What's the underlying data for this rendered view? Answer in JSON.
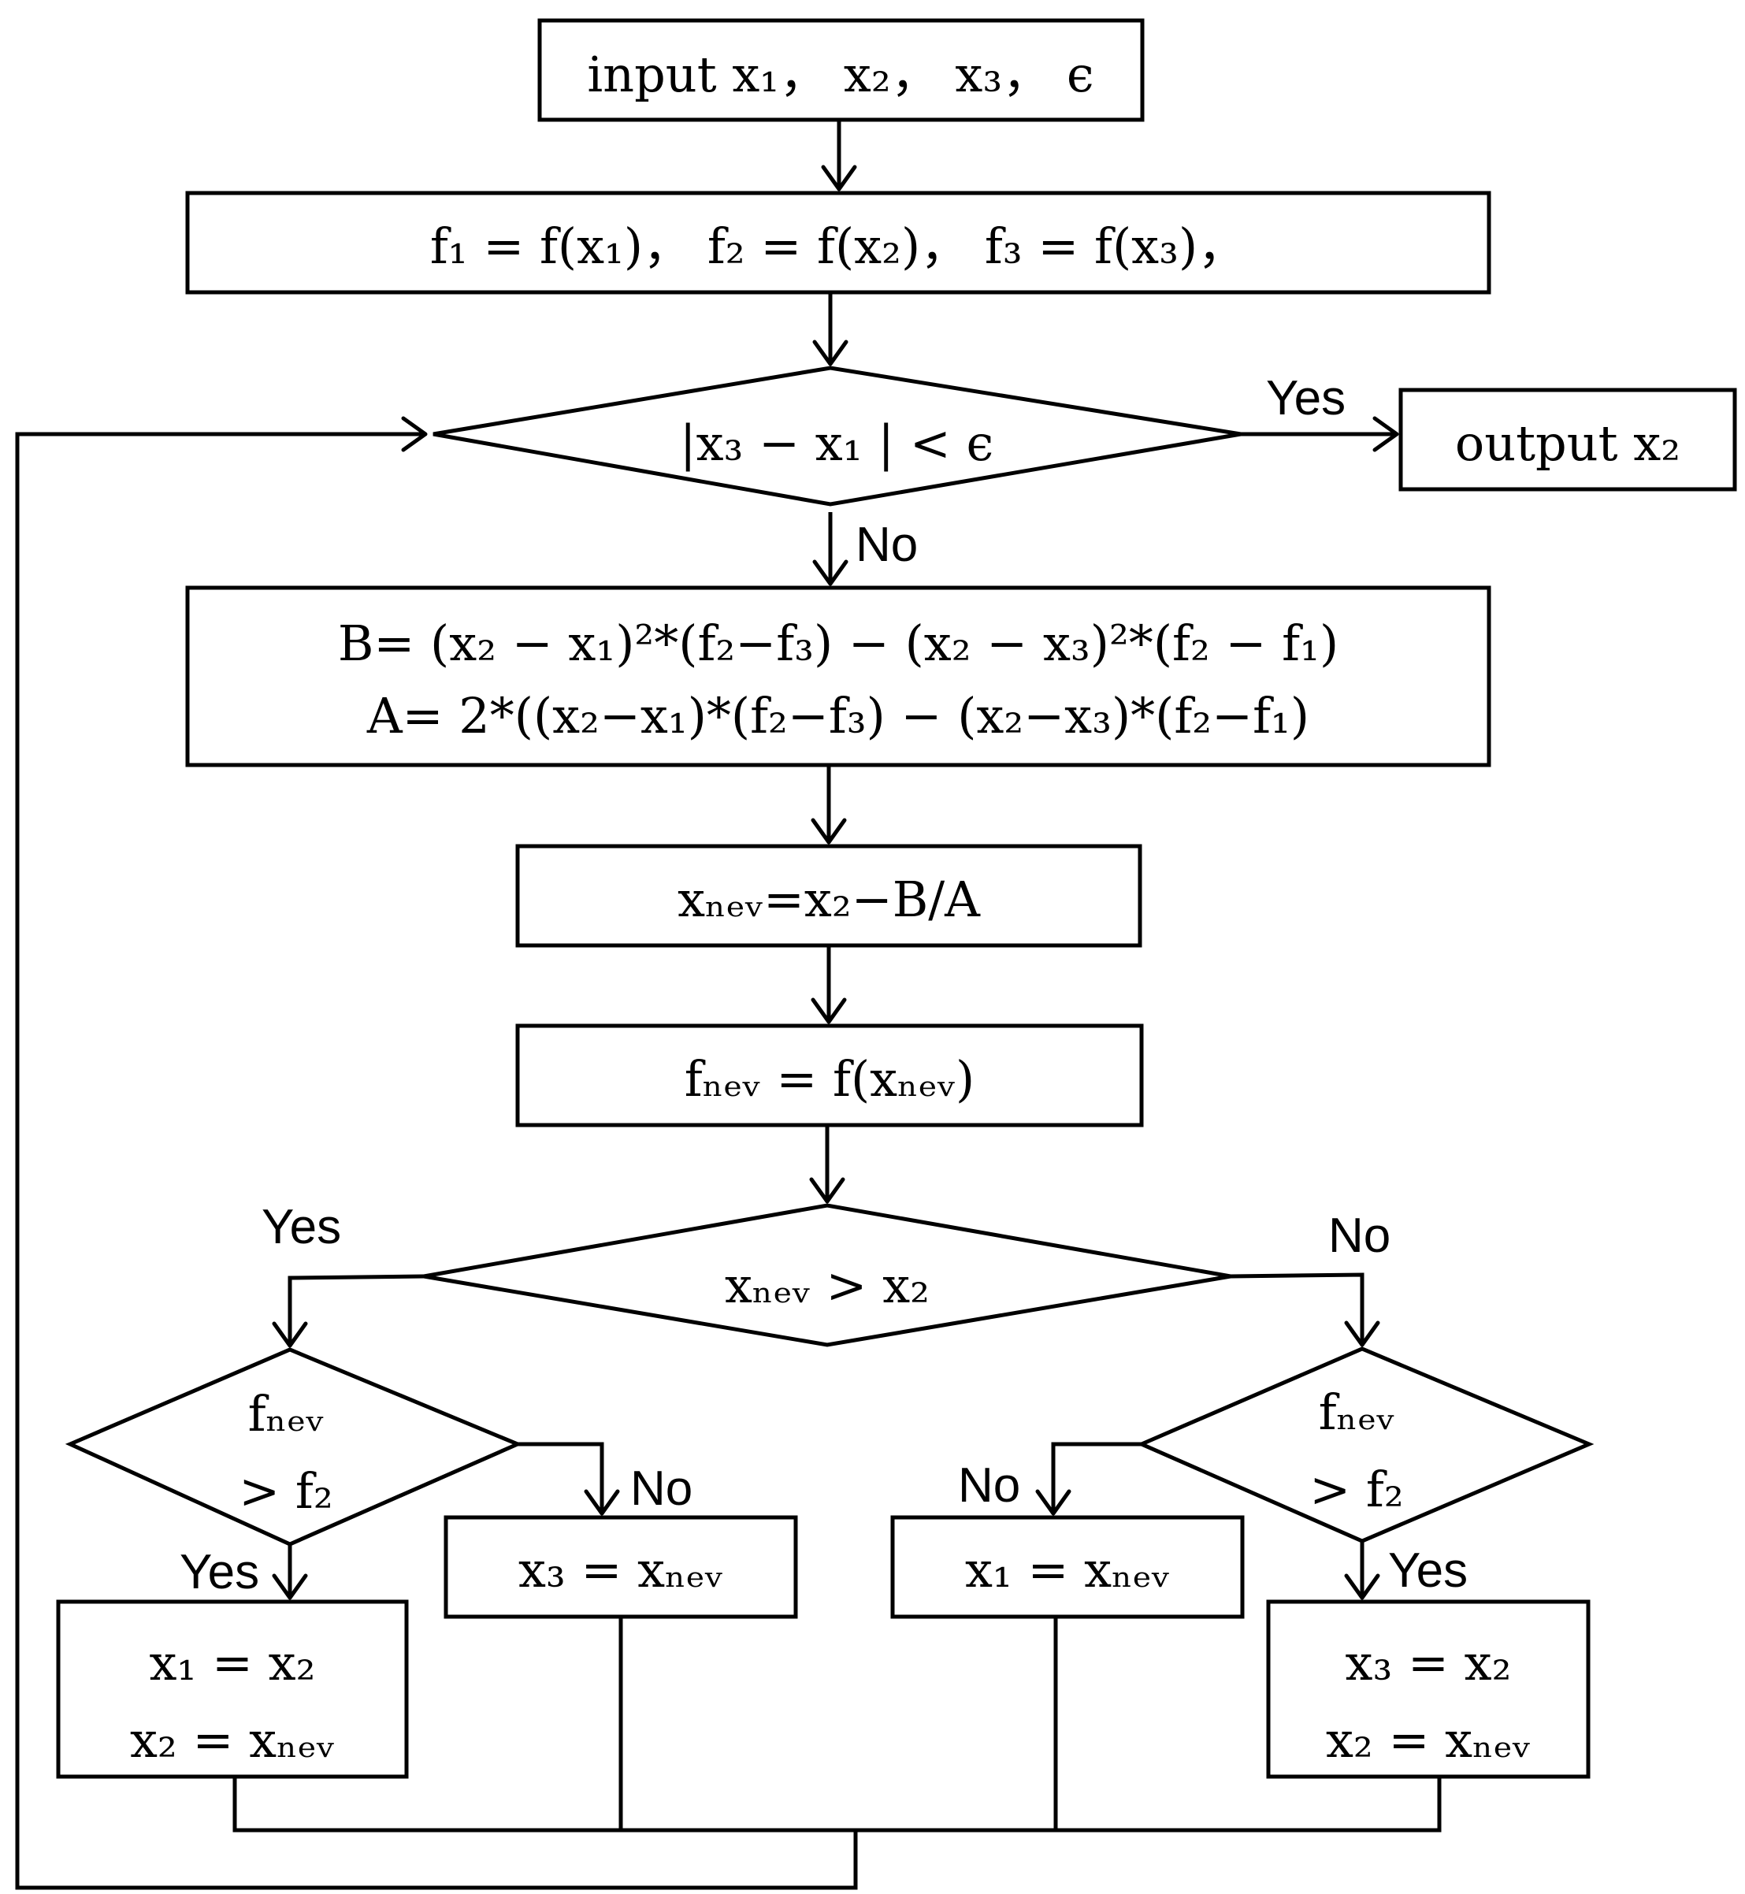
{
  "nodes": {
    "input": "input x₁， x₂， x₃， ϵ",
    "init": "f₁ = f(x₁)， f₂ = f(x₂)， f₃ = f(x₃)，",
    "cond_converge": "|x₃ − x₁ | < ϵ",
    "output": "output x₂",
    "calc_b": "B= (x₂ − x₁)²*(f₂−f₃) − (x₂ − x₃)²*(f₂ − f₁)",
    "calc_a": "A= 2*((x₂−x₁)*(f₂−f₃) − (x₂−x₃)*(f₂−f₁)",
    "xnew": "xₙₑᵥ=x₂−B/A",
    "fnew": "fₙₑᵥ = f(xₙₑᵥ)",
    "cond_xnew": "xₙₑᵥ > x₂",
    "cond_fnew_left_1": "fₙₑᵥ",
    "cond_fnew_left_2": "> f₂",
    "cond_fnew_right_1": "fₙₑᵥ",
    "cond_fnew_right_2": "> f₂",
    "assign_ll_1": "x₁ = x₂",
    "assign_ll_2": "x₂ = xₙₑᵥ",
    "assign_lr": "x₃ = xₙₑᵥ",
    "assign_rl": "x₁ = xₙₑᵥ",
    "assign_rr_1": "x₃ = x₂",
    "assign_rr_2": "x₂ = xₙₑᵥ"
  },
  "labels": {
    "yes_converge": "Yes",
    "no_converge": "No",
    "yes_xnew": "Yes",
    "no_xnew": "No",
    "yes_fnew_left": "Yes",
    "no_fnew_left": "No",
    "no_fnew_right": "No",
    "yes_fnew_right": "Yes"
  }
}
